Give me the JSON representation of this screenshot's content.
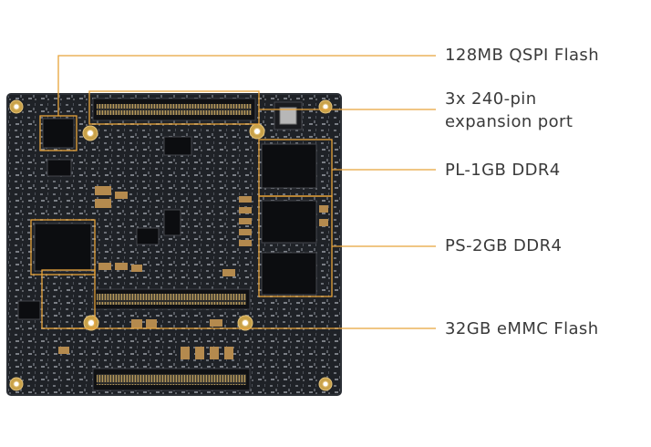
{
  "callouts": [
    {
      "id": "qspi",
      "lines": [
        "128MB QSPI Flash"
      ]
    },
    {
      "id": "expansion",
      "lines": [
        "3x 240-pin",
        "expansion port"
      ]
    },
    {
      "id": "pl-ddr",
      "lines": [
        "PL-1GB DDR4"
      ]
    },
    {
      "id": "ps-ddr",
      "lines": [
        "PS-2GB DDR4"
      ]
    },
    {
      "id": "emmc",
      "lines": [
        "32GB eMMC Flash"
      ]
    }
  ],
  "colors": {
    "callout_line": "#e8a33a",
    "board": "#1f2227",
    "board_edge": "#2b2f35",
    "gold": "#c9a24a",
    "chip": "#0c0d10",
    "text": "#3a3a3a"
  }
}
